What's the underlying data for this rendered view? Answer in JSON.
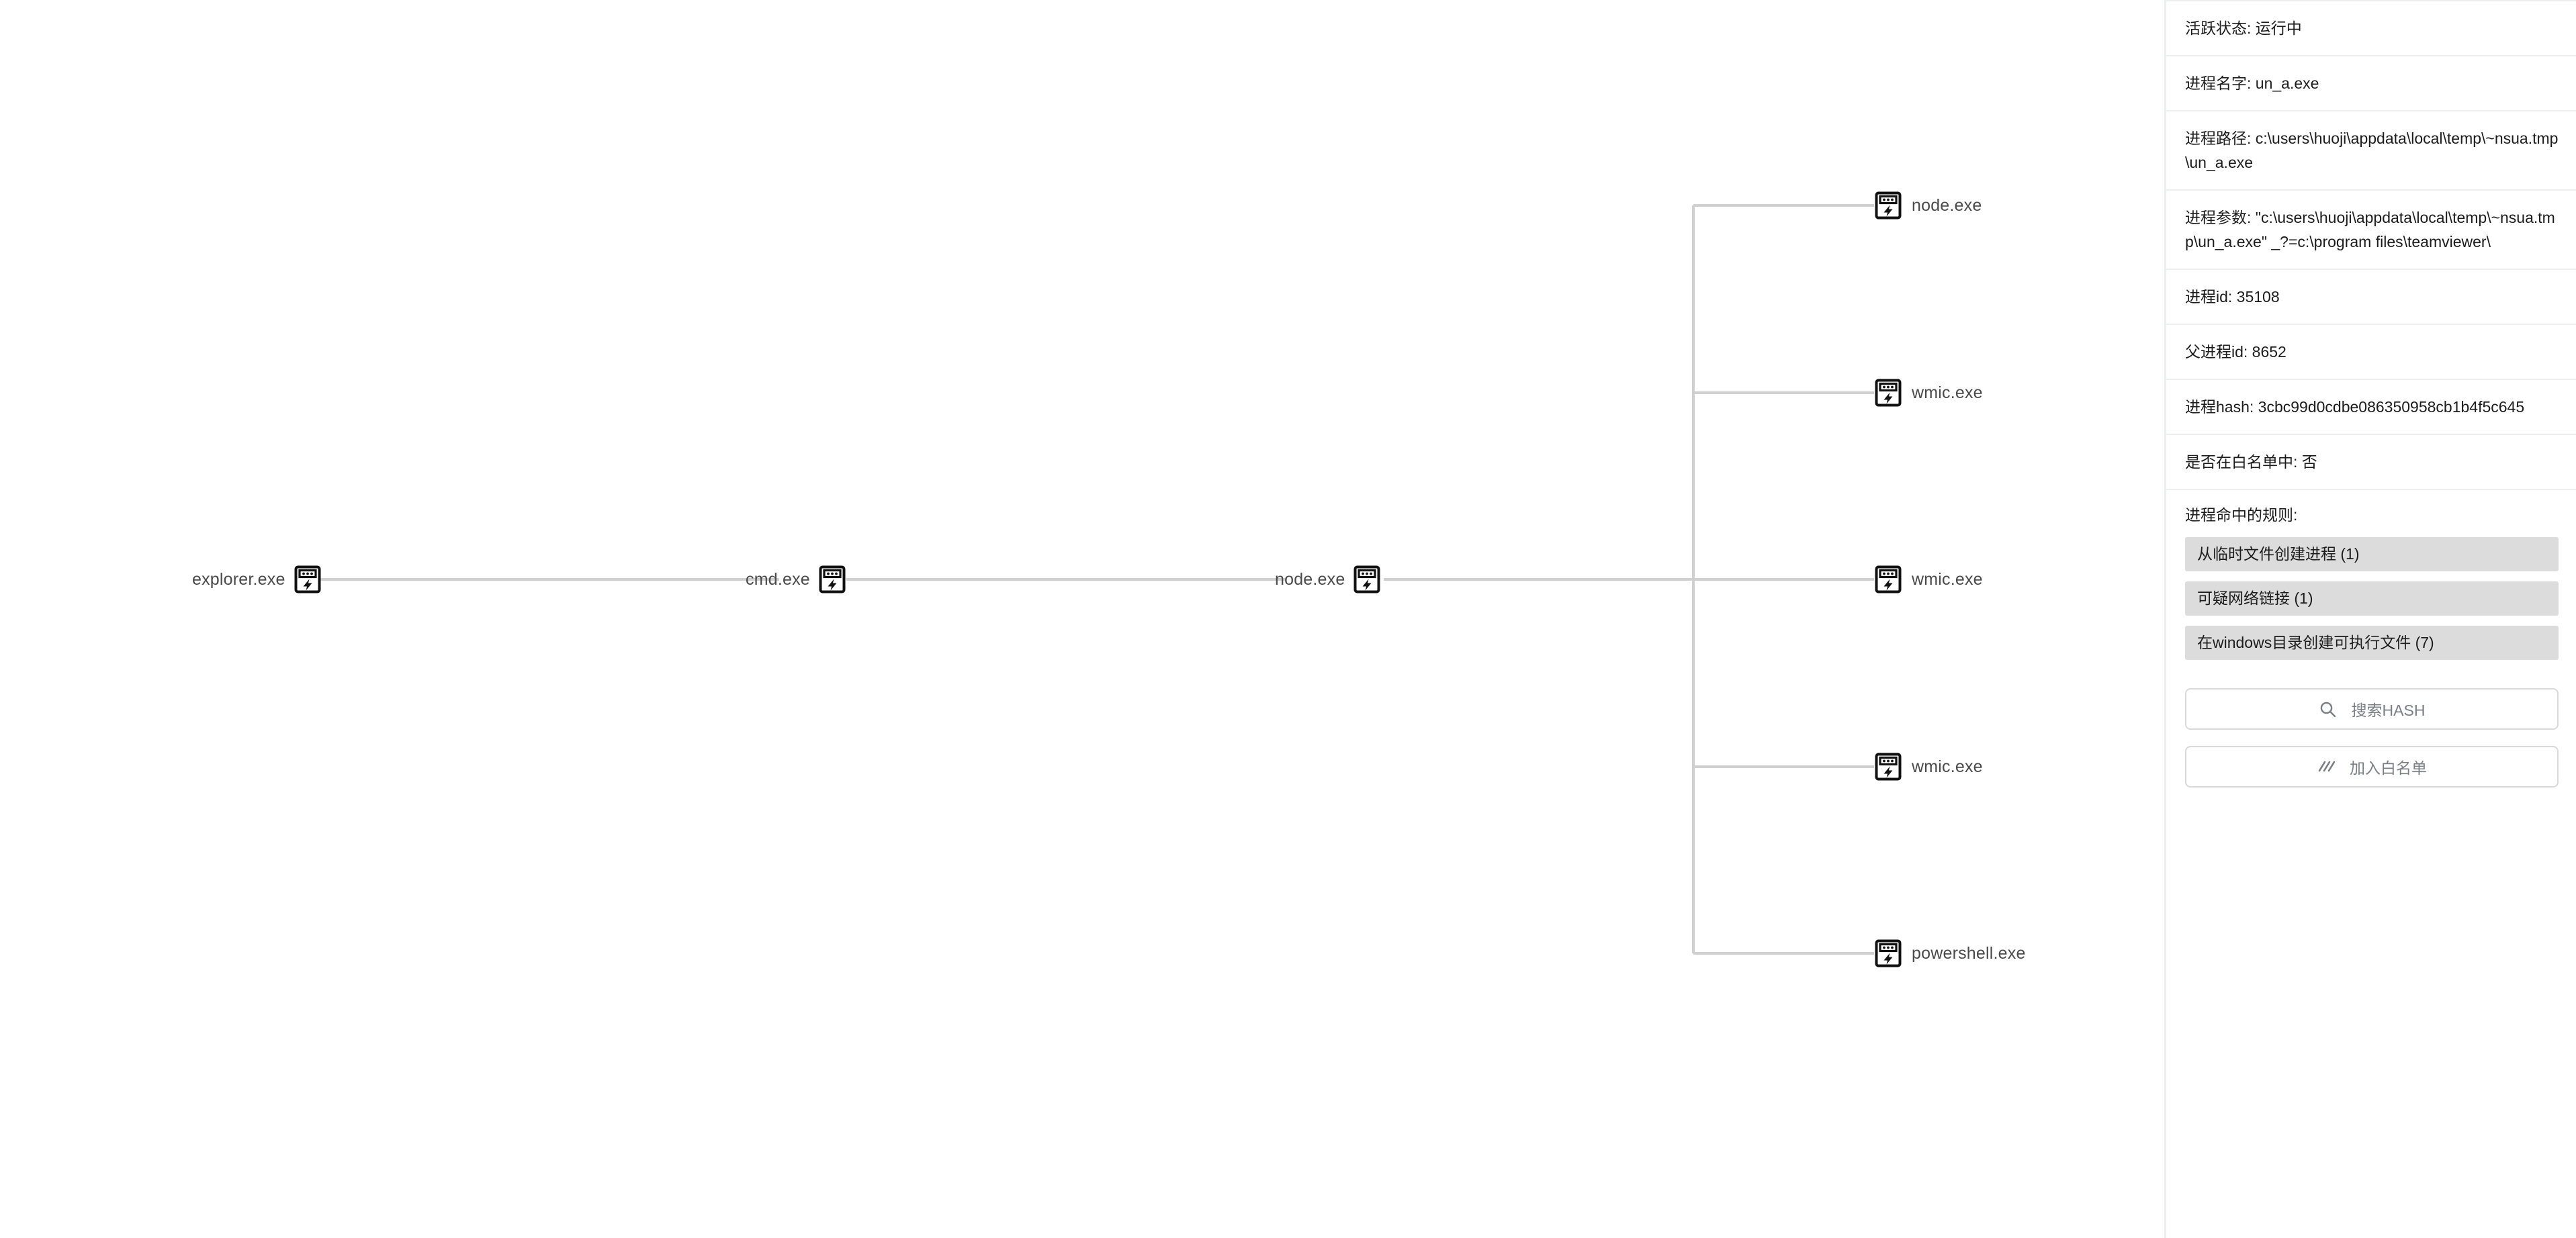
{
  "tree": {
    "line_color": "#d0d0d0",
    "label_color": "#4a4a4a",
    "nodes": {
      "root": {
        "label": "explorer.exe",
        "icon": "app-window-lightning-icon"
      },
      "cmd": {
        "label": "cmd.exe",
        "icon": "app-window-lightning-icon"
      },
      "node_parent": {
        "label": "node.exe",
        "icon": "app-window-lightning-icon"
      },
      "children": [
        {
          "label": "node.exe",
          "icon": "app-window-lightning-icon"
        },
        {
          "label": "wmic.exe",
          "icon": "app-window-lightning-icon"
        },
        {
          "label": "wmic.exe",
          "icon": "app-window-lightning-icon"
        },
        {
          "label": "wmic.exe",
          "icon": "app-window-lightning-icon"
        },
        {
          "label": "powershell.exe",
          "icon": "app-window-lightning-icon"
        }
      ]
    }
  },
  "detail": {
    "rows": [
      {
        "text": "活跃状态: 运行中"
      },
      {
        "text": "进程名字: un_a.exe"
      },
      {
        "text": "进程路径: c:\\users\\huoji\\appdata\\local\\temp\\~nsua.tmp\\un_a.exe"
      },
      {
        "text": "进程参数: \"c:\\users\\huoji\\appdata\\local\\temp\\~nsua.tmp\\un_a.exe\" _?=c:\\program files\\teamviewer\\"
      },
      {
        "text": "进程id: 35108"
      },
      {
        "text": "父进程id: 8652"
      },
      {
        "text": "进程hash: 3cbc99d0cdbe086350958cb1b4f5c645"
      },
      {
        "text": "是否在白名单中: 否"
      }
    ],
    "rules_title": "进程命中的规则:",
    "rules": [
      "从临时文件创建进程 (1)",
      "可疑网络链接 (1)",
      "在windows目录创建可执行文件 (7)"
    ],
    "search_button": {
      "label": "搜索HASH",
      "icon": "search-icon"
    },
    "whitelist_button": {
      "label": "加入白名单",
      "icon": "diagonal-stripes-icon"
    },
    "colors": {
      "tag_bg": "#dcdcdc",
      "divider": "#eceef0",
      "button_text": "#7a7f85",
      "button_border": "#d9d9d9"
    }
  }
}
